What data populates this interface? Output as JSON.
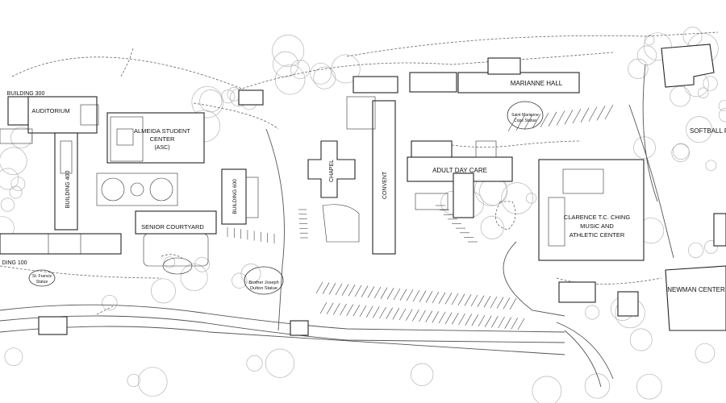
{
  "map": {
    "labels": {
      "building_300": "BUILDING 300",
      "auditorium": "AUDITORIUM",
      "almeida_1": "ALMEIDA STUDENT",
      "almeida_2": "CENTER",
      "almeida_3": "(ASC)",
      "building_400": "BUILDING 400",
      "building_600": "BUILDING 600",
      "senior_courtyard": "SENIOR COURTYARD",
      "building_100": "DING 100",
      "st_francis_1": "St. Francis",
      "st_francis_2": "Statue",
      "chapel": "CHAPEL",
      "convent": "CONVENT",
      "adult_day_care": "ADULT DAY CARE",
      "marianne_hall": "MARIANNE HALL",
      "marianne_statue_1": "Saint Marianne",
      "marianne_statue_2": "Cope Statue",
      "ching_1": "CLARENCE T.C. CHING",
      "ching_2": "MUSIC AND",
      "ching_3": "ATHLETIC CENTER",
      "softball": "SOFTBALL FI",
      "newman_center": "NEWMAN CENTER",
      "dutton_1": "Brother Joseph",
      "dutton_2": "Dutton Statue"
    }
  }
}
